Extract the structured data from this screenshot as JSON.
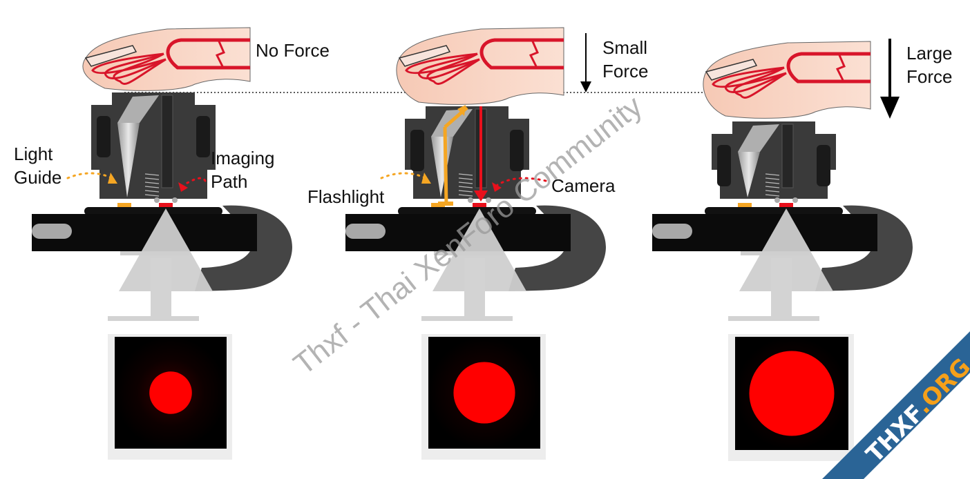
{
  "panels": [
    {
      "id": "no-force",
      "force_label_lines": [
        "No Force"
      ],
      "arrow": "none",
      "callout_left": [
        "Light",
        "Guide"
      ],
      "callout_right": [
        "Imaging",
        "Path"
      ],
      "light_paths_shown": false,
      "spot_size_relative": 0.38
    },
    {
      "id": "small-force",
      "force_label_lines": [
        "Small",
        "Force"
      ],
      "arrow": "thin",
      "callout_left": [
        "Flashlight"
      ],
      "callout_right": [
        "Camera"
      ],
      "light_paths_shown": true,
      "spot_size_relative": 0.55
    },
    {
      "id": "large-force",
      "force_label_lines": [
        "Large",
        "Force"
      ],
      "arrow": "thick",
      "callout_left": [],
      "callout_right": [],
      "light_paths_shown": false,
      "spot_size_relative": 0.75
    }
  ],
  "colors": {
    "skin": "#f9d3c2",
    "vessel": "#d8152a",
    "housing": "#3a3a3a",
    "housing_dark": "#1a1a1a",
    "flash": "#f5a623",
    "camera": "#e8101c",
    "spot": "#ff0000",
    "clamp": "#454545",
    "screw": "#cccccc",
    "badge_bg": "#2a6496",
    "badge_accent": "#f5a01a"
  },
  "watermark": {
    "text": "Thxf - Thai XenForo Community"
  },
  "badge": {
    "text_main": "THXF",
    "text_accent": ".ORG"
  }
}
